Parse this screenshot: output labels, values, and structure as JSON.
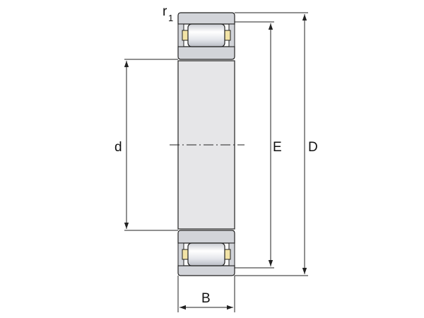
{
  "labels": {
    "d": "d",
    "E": "E",
    "D": "D",
    "B": "B",
    "r_main": "r",
    "r_sub": "1"
  },
  "colors": {
    "outline": "#222222",
    "bore_fill": "#e6e6e8",
    "ring_fill": "#d2d4d9",
    "roller_fill": "#dfe1e6",
    "roller_highlight": "#ffffff",
    "cage_fill": "#f2e3a6",
    "background": "#ffffff"
  }
}
